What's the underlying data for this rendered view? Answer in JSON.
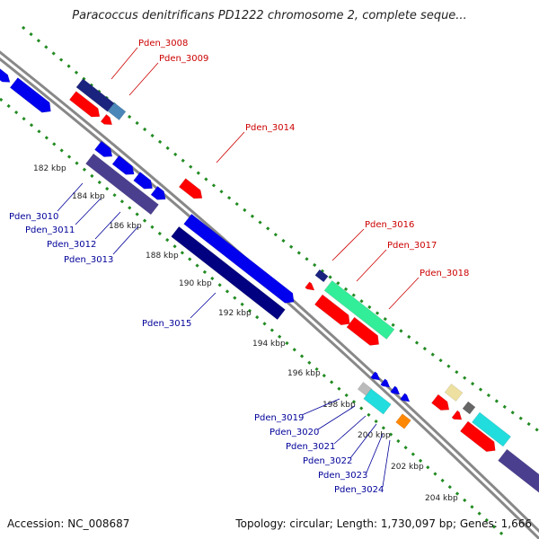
{
  "header": {
    "title": "Paracoccus denitrificans PD1222 chromosome 2, complete seque..."
  },
  "footer": {
    "accession": "Accession: NC_008687",
    "summary": "Topology: circular; Length: 1,730,097 bp; Genes: 1,666"
  },
  "colors": {
    "forward": "#ff0000",
    "reverse": "#0000ee",
    "reverse_dark": "#000080",
    "forward_label": "#cc0000",
    "reverse_label": "#000099",
    "backbone": "#888888",
    "dots": "#228b22"
  },
  "ticks": [
    "182 kbp",
    "184 kbp",
    "186 kbp",
    "188 kbp",
    "190 kbp",
    "192 kbp",
    "194 kbp",
    "196 kbp",
    "198 kbp",
    "200 kbp",
    "202 kbp",
    "204 kbp"
  ],
  "genes_forward": [
    "Pden_3008",
    "Pden_3009",
    "Pden_3014",
    "Pden_3016",
    "Pden_3017",
    "Pden_3018"
  ],
  "genes_reverse": [
    "Pden_3010",
    "Pden_3011",
    "Pden_3012",
    "Pden_3013",
    "Pden_3015",
    "Pden_3019",
    "Pden_3020",
    "Pden_3021",
    "Pden_3022",
    "Pden_3023",
    "Pden_3024"
  ]
}
